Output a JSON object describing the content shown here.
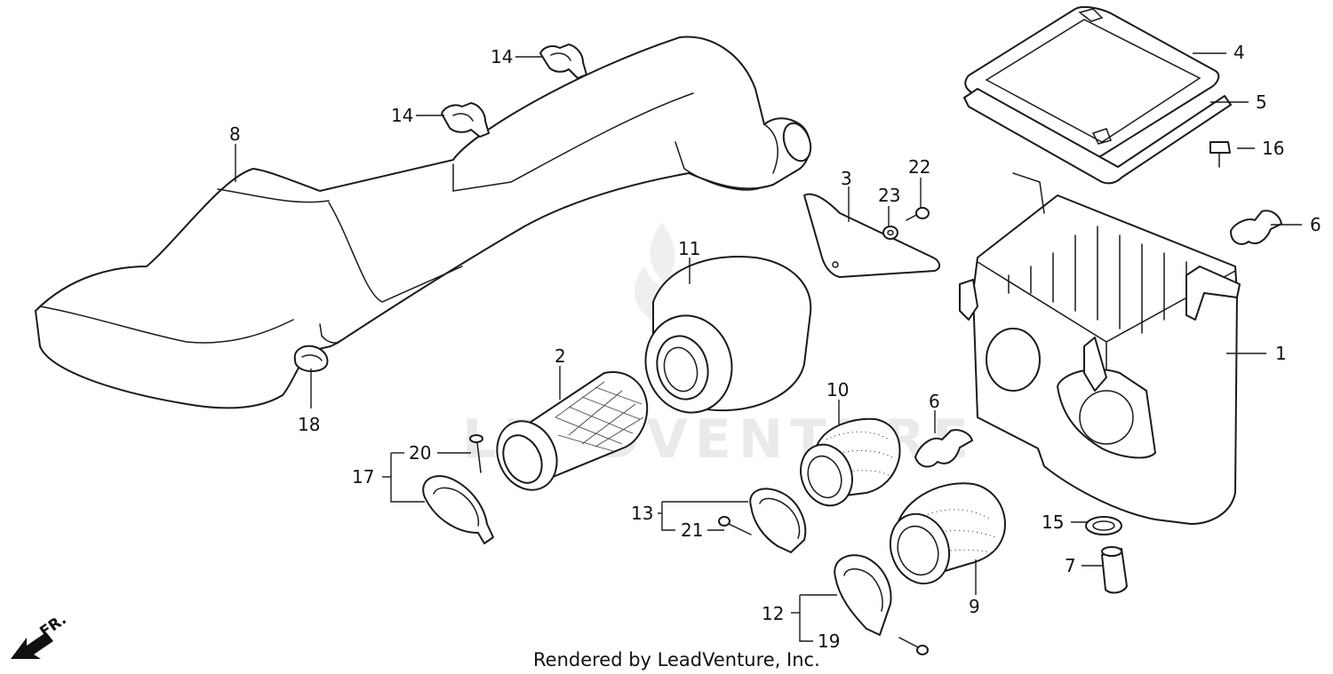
{
  "diagram": {
    "callouts": [
      {
        "id": "c1",
        "text": "1"
      },
      {
        "id": "c2",
        "text": "2"
      },
      {
        "id": "c3",
        "text": "3"
      },
      {
        "id": "c4",
        "text": "4"
      },
      {
        "id": "c5",
        "text": "5"
      },
      {
        "id": "c6a",
        "text": "6"
      },
      {
        "id": "c6b",
        "text": "6"
      },
      {
        "id": "c7",
        "text": "7"
      },
      {
        "id": "c8",
        "text": "8"
      },
      {
        "id": "c9",
        "text": "9"
      },
      {
        "id": "c10",
        "text": "10"
      },
      {
        "id": "c11",
        "text": "11"
      },
      {
        "id": "c12",
        "text": "12"
      },
      {
        "id": "c13",
        "text": "13"
      },
      {
        "id": "c14a",
        "text": "14"
      },
      {
        "id": "c14b",
        "text": "14"
      },
      {
        "id": "c15",
        "text": "15"
      },
      {
        "id": "c16",
        "text": "16"
      },
      {
        "id": "c17",
        "text": "17"
      },
      {
        "id": "c18",
        "text": "18"
      },
      {
        "id": "c19",
        "text": "19"
      },
      {
        "id": "c20",
        "text": "20"
      },
      {
        "id": "c21",
        "text": "21"
      },
      {
        "id": "c22",
        "text": "22"
      },
      {
        "id": "c23",
        "text": "23"
      }
    ],
    "direction_label": "FR.",
    "credit": "Rendered by LeadVenture, Inc.",
    "watermark": "LEADVENTURE"
  }
}
